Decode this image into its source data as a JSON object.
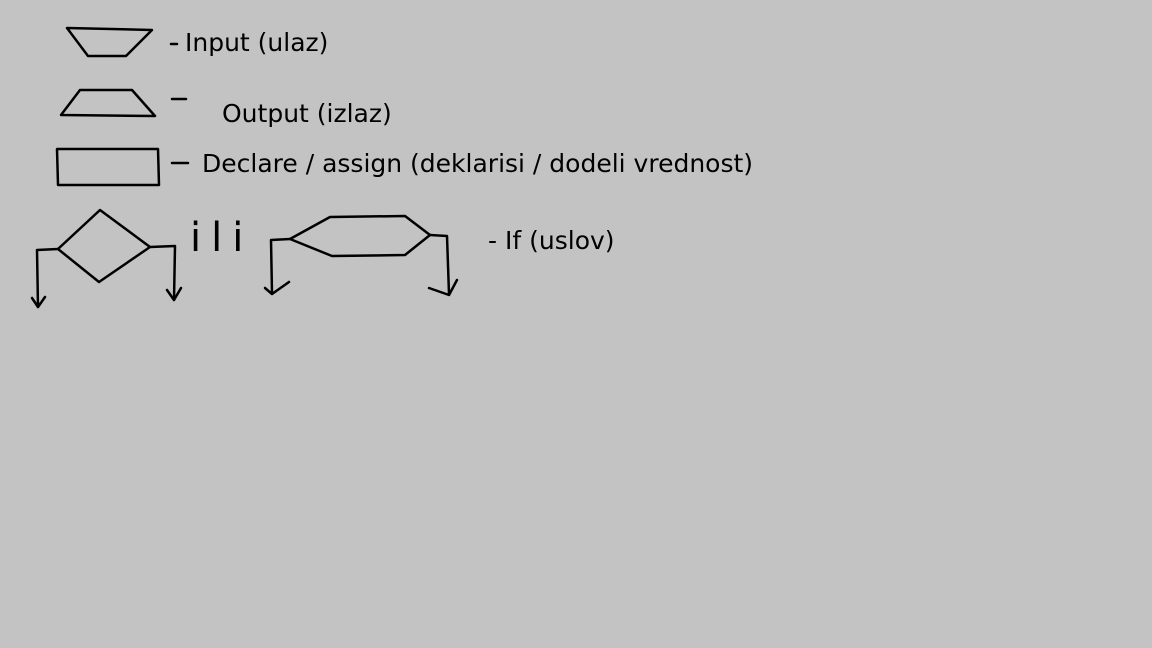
{
  "legend": {
    "input": {
      "symbol": "input-trapezoid-icon",
      "dash": "-",
      "label": "Input (ulaz)"
    },
    "output": {
      "symbol": "output-trapezoid-icon",
      "dash": "-",
      "label": "Output (izlaz)"
    },
    "declare": {
      "symbol": "rectangle-icon",
      "dash": "-",
      "label": "Declare / assign (deklarisi / dodeli vrednost)"
    },
    "condition": {
      "symbol_a": "diamond-icon",
      "connector": "ili",
      "symbol_b": "hexagon-icon",
      "dash": "-",
      "label": "If (uslov)"
    }
  },
  "colors": {
    "background": "#c3c3c3",
    "ink": "#000000"
  }
}
